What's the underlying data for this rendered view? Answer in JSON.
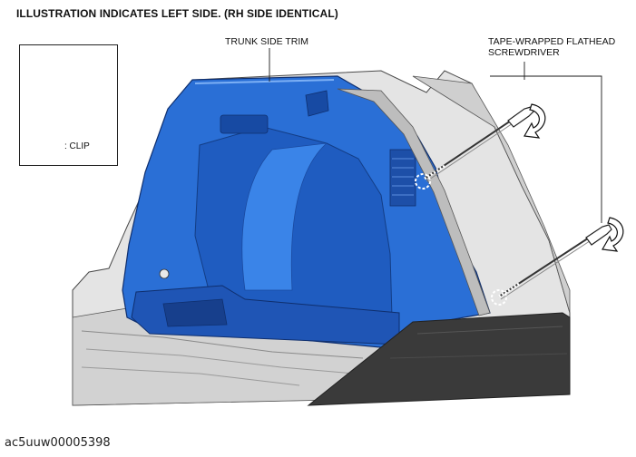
{
  "header": {
    "note": "ILLUSTRATION INDICATES LEFT SIDE. (RH SIDE IDENTICAL)"
  },
  "callouts": {
    "trunk_side_trim": "TRUNK SIDE TRIM",
    "screwdriver_line1": "TAPE-WRAPPED FLATHEAD",
    "screwdriver_line2": "SCREWDRIVER"
  },
  "inset": {
    "legend_text": ": CLIP"
  },
  "figure": {
    "id": "ac5uuw00005398"
  },
  "colors": {
    "trim_blue": "#2a6fd6",
    "trim_dark_blue": "#1c4fae",
    "body_gray": "#d9d9d9",
    "carpet_dark": "#3c3c3c",
    "line": "#1a1a1a"
  }
}
